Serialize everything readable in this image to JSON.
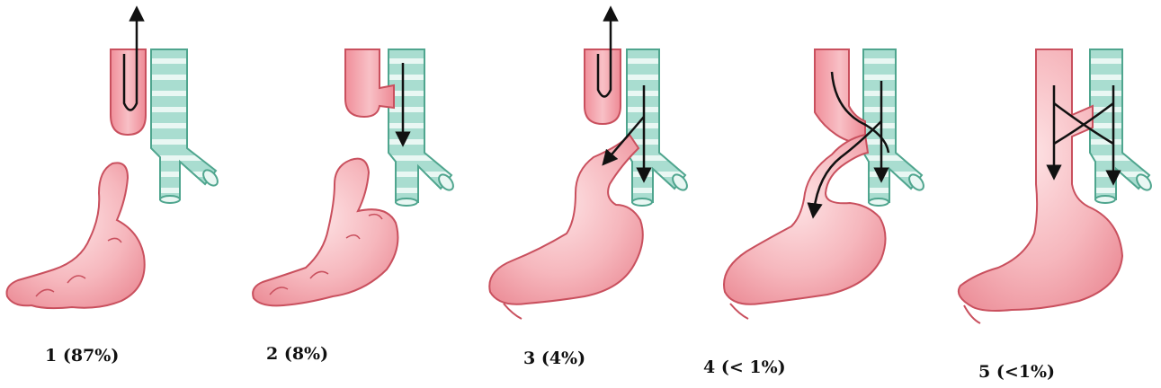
{
  "colors": {
    "esophagus_fill": "#f4a6ae",
    "esophagus_stroke": "#c9505e",
    "stomach_fill": "#f6b7bd",
    "trachea_fill": "#a9ddd0",
    "trachea_ring": "#e9f7f3",
    "trachea_stroke": "#4fa58e",
    "arrow": "#111111"
  },
  "icons": [
    "arrow-up-icon",
    "arrow-down-icon",
    "arrow-diagonal-icon"
  ],
  "diagram": {
    "variants": [
      {
        "id": 1,
        "label": "1  (87%)"
      },
      {
        "id": 2,
        "label": "2  (8%)"
      },
      {
        "id": 3,
        "label": "3  (4%)"
      },
      {
        "id": 4,
        "label": "4 (< 1%)"
      },
      {
        "id": 5,
        "label": "5  (<1%)"
      }
    ]
  }
}
